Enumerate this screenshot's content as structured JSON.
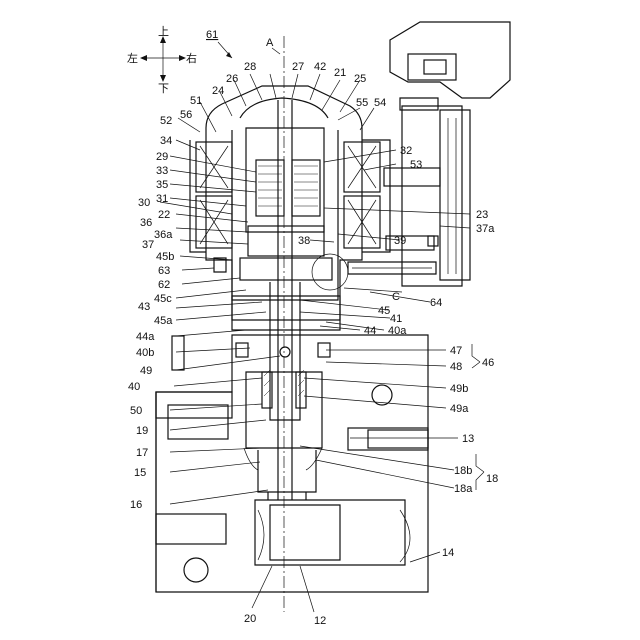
{
  "compass": {
    "up": "上",
    "down": "下",
    "left": "左",
    "right": "右"
  },
  "figure_ref": "61",
  "axis_label": "A",
  "detail_label": "C",
  "callouts": {
    "n12": "12",
    "n13": "13",
    "n14": "14",
    "n15": "15",
    "n16": "16",
    "n17": "17",
    "n18": "18",
    "n18a": "18a",
    "n18b": "18b",
    "n19": "19",
    "n20": "20",
    "n21": "21",
    "n22": "22",
    "n23": "23",
    "n24": "24",
    "n25": "25",
    "n26": "26",
    "n27": "27",
    "n28": "28",
    "n29": "29",
    "n30": "30",
    "n31": "31",
    "n32": "32",
    "n33": "33",
    "n34": "34",
    "n35": "35",
    "n36": "36",
    "n36a": "36a",
    "n37": "37",
    "n37a": "37a",
    "n38": "38",
    "n39": "39",
    "n40": "40",
    "n40a": "40a",
    "n40b": "40b",
    "n41": "41",
    "n42": "42",
    "n43": "43",
    "n44": "44",
    "n44a": "44a",
    "n45": "45",
    "n45a": "45a",
    "n45b": "45b",
    "n45c": "45c",
    "n46": "46",
    "n47": "47",
    "n48": "48",
    "n49": "49",
    "n49a": "49a",
    "n49b": "49b",
    "n50": "50",
    "n51": "51",
    "n52": "52",
    "n53": "53",
    "n54": "54",
    "n55": "55",
    "n56": "56",
    "n62": "62",
    "n63": "63",
    "n64": "64"
  }
}
